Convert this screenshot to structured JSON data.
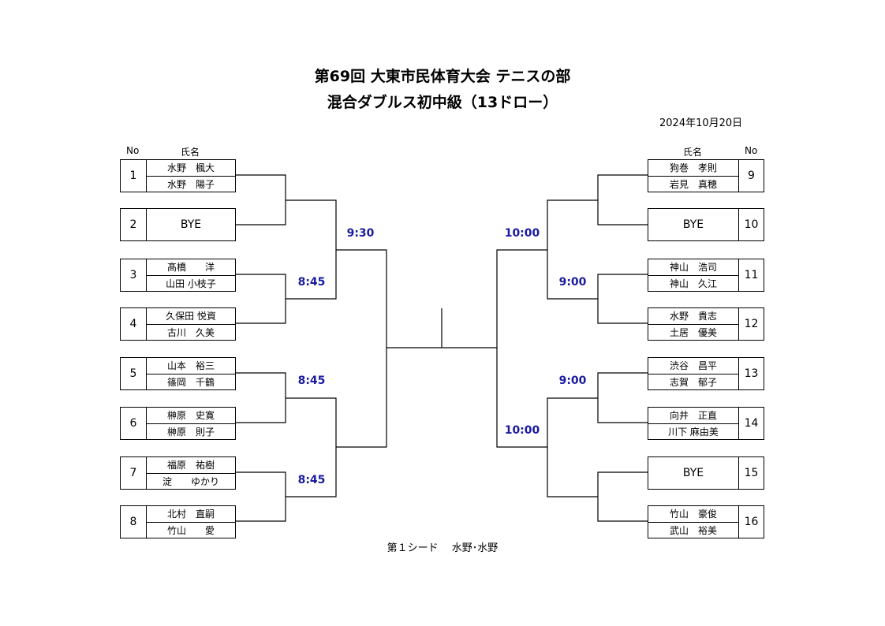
{
  "title1": "第69回 大東市民体育大会 テニスの部",
  "title2": "混合ダブルス初中級（13ドロー）",
  "date": "2024年10月20日",
  "headers": {
    "no": "No",
    "name": "氏名"
  },
  "left_entries": [
    {
      "no": "1",
      "names": [
        "水野　楓大",
        "水野　陽子"
      ]
    },
    {
      "no": "2",
      "bye": "BYE"
    },
    {
      "no": "3",
      "names": [
        "髙橋　　洋",
        "山田 小枝子"
      ]
    },
    {
      "no": "4",
      "names": [
        "久保田 悦資",
        "古川　久美"
      ]
    },
    {
      "no": "5",
      "names": [
        "山本　裕三",
        "篠岡　千鶴"
      ]
    },
    {
      "no": "6",
      "names": [
        "榊原　史寛",
        "榊原　則子"
      ]
    },
    {
      "no": "7",
      "names": [
        "福原　祐樹",
        "淀　　ゆかり"
      ]
    },
    {
      "no": "8",
      "names": [
        "北村　直嗣",
        "竹山　　愛"
      ]
    }
  ],
  "right_entries": [
    {
      "no": "9",
      "names": [
        "狗巻　孝則",
        "岩見　真穂"
      ]
    },
    {
      "no": "10",
      "bye": "BYE"
    },
    {
      "no": "11",
      "names": [
        "神山　浩司",
        "神山　久江"
      ]
    },
    {
      "no": "12",
      "names": [
        "水野　貴志",
        "土居　優美"
      ]
    },
    {
      "no": "13",
      "names": [
        "渋谷　昌平",
        "志賀　郁子"
      ]
    },
    {
      "no": "14",
      "names": [
        "向井　正直",
        "川下 麻由美"
      ]
    },
    {
      "no": "15",
      "bye": "BYE"
    },
    {
      "no": "16",
      "names": [
        "竹山　豪俊",
        "武山　裕美"
      ]
    }
  ],
  "times": {
    "l_930": "9:30",
    "l_845a": "8:45",
    "l_845b": "8:45",
    "l_845c": "8:45",
    "r_1000a": "10:00",
    "r_900a": "9:00",
    "r_900b": "9:00",
    "r_1000b": "10:00"
  },
  "footer": "第１シード　 水野･水野"
}
